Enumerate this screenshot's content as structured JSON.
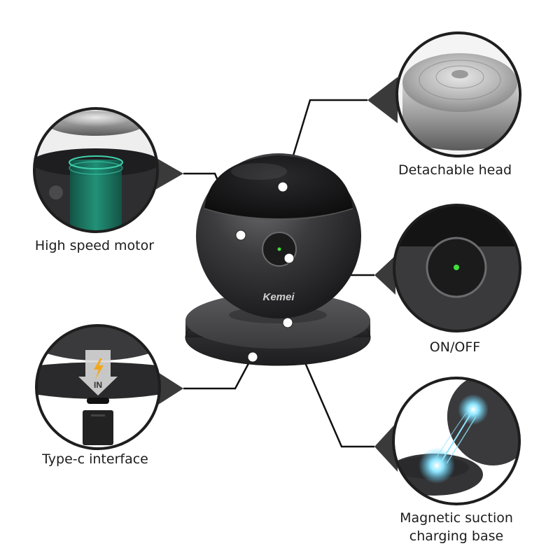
{
  "product": {
    "brand": "Kemei"
  },
  "features": {
    "high_speed_motor": "High speed motor",
    "type_c": "Type-c interface",
    "detachable_head": "Detachable head",
    "on_off": "ON/OFF",
    "magnetic_line1": "Magnetic suction",
    "magnetic_line2": "charging base"
  },
  "inset_text": {
    "charge_in": "IN"
  },
  "colors": {
    "body_dark": "#3a3a3c",
    "power_led": "#3ee03a",
    "magnet_glow": "#5fd4ff",
    "circle_border": "#1e1e1e"
  }
}
